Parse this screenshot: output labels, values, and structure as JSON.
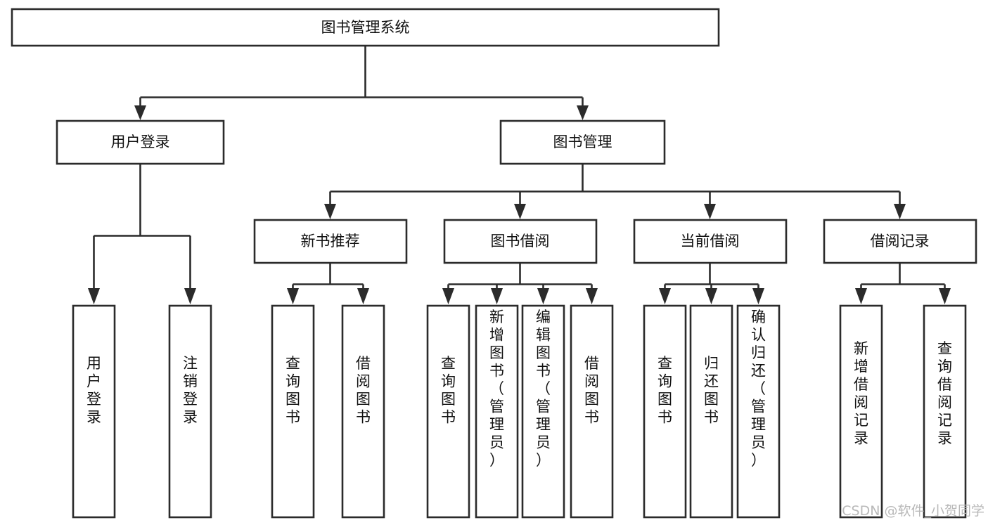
{
  "diagram": {
    "type": "tree-hierarchy",
    "orientation": "top-down",
    "title": "图书管理系统",
    "root": {
      "id": "root",
      "label": "图书管理系统"
    },
    "level2": [
      {
        "id": "user-login",
        "label": "用户登录"
      },
      {
        "id": "book-manage",
        "label": "图书管理"
      }
    ],
    "level3": [
      {
        "id": "new-book-rec",
        "label": "新书推荐",
        "parent": "book-manage"
      },
      {
        "id": "book-borrow",
        "label": "图书借阅",
        "parent": "book-manage"
      },
      {
        "id": "current-borrow",
        "label": "当前借阅",
        "parent": "book-manage"
      },
      {
        "id": "borrow-record",
        "label": "借阅记录",
        "parent": "book-manage"
      }
    ],
    "leaves": [
      {
        "id": "leaf-user-login",
        "label": "用户登录",
        "parent": "user-login"
      },
      {
        "id": "leaf-logout-login",
        "label": "注销登录",
        "parent": "user-login"
      },
      {
        "id": "leaf-query-book-1",
        "label": "查询图书",
        "parent": "new-book-rec"
      },
      {
        "id": "leaf-borrow-book-1",
        "label": "借阅图书",
        "parent": "new-book-rec"
      },
      {
        "id": "leaf-query-book-2",
        "label": "查询图书",
        "parent": "book-borrow"
      },
      {
        "id": "leaf-add-book",
        "label": "新增图书（管理员）",
        "parent": "book-borrow"
      },
      {
        "id": "leaf-edit-book",
        "label": "编辑图书（管理员）",
        "parent": "book-borrow"
      },
      {
        "id": "leaf-borrow-book-2",
        "label": "借阅图书",
        "parent": "book-borrow"
      },
      {
        "id": "leaf-query-book-3",
        "label": "查询图书",
        "parent": "current-borrow"
      },
      {
        "id": "leaf-return-book",
        "label": "归还图书",
        "parent": "current-borrow"
      },
      {
        "id": "leaf-confirm-return",
        "label": "确认归还（管理员）",
        "parent": "current-borrow"
      },
      {
        "id": "leaf-add-record",
        "label": "新增借阅记录",
        "parent": "borrow-record"
      },
      {
        "id": "leaf-query-record",
        "label": "查询借阅记录",
        "parent": "borrow-record"
      }
    ],
    "colors": {
      "background": "#ffffff",
      "node_fill": "#ffffff",
      "node_stroke": "#2b2b2b",
      "text": "#111111",
      "watermark": "#b9b9b9"
    }
  },
  "watermark": {
    "label": "CSDN @软件_小贺同学"
  }
}
